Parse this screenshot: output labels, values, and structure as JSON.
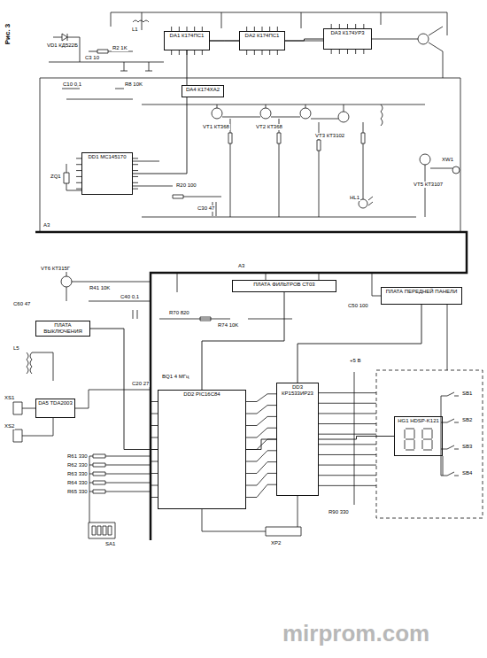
{
  "diagram": {
    "title": "Рис. 3",
    "nodes": [
      {
        "text": [
          "DA1 К174ПС1"
        ]
      },
      {
        "text": [
          "DA2 К174ПС1"
        ]
      },
      {
        "text": [
          "DA3 К174УР3"
        ]
      },
      {
        "text": [
          "DD1 MC145170"
        ]
      },
      {
        "text": [
          "DA4 К174ХА2"
        ]
      },
      {
        "text": [
          "ПЛАТА ФИЛЬТРОВ СТ03"
        ]
      },
      {
        "text": [
          "ПЛАТА ПЕРЕДНЕЙ ПАНЕЛИ"
        ]
      },
      {
        "text": [
          "ПЛАТА ВЫКЛЮЧЕНИЯ"
        ]
      },
      {
        "text": [
          "DD2 PIC16C84"
        ]
      },
      {
        "text": [
          "DD3 КР1533ИР23"
        ]
      },
      {
        "text": [
          "HG1 HDSP-K121"
        ]
      },
      {
        "text": [
          "DA5 TDA2003"
        ]
      }
    ],
    "edges": [
      {
        "from": 0,
        "to": 1,
        "arrow": "none"
      },
      {
        "from": 1,
        "to": 2,
        "arrow": "none"
      },
      {
        "from": 3,
        "to": 0,
        "arrow": "none"
      },
      {
        "from": 7,
        "to": 8,
        "arrow": "none"
      },
      {
        "from": 8,
        "to": 9,
        "arrow": "none"
      },
      {
        "from": 9,
        "to": 10,
        "arrow": "none"
      },
      {
        "from": 8,
        "to": 5,
        "arrow": "none"
      },
      {
        "from": 9,
        "to": 6,
        "arrow": "none"
      }
    ],
    "labels": [
      "VD1 КД522Б",
      "L1",
      "C3 10",
      "R2 1K",
      "C10 0,1",
      "R8 10K",
      "VT1 КТ368",
      "VT2 КТ368",
      "VT3 КТ3102",
      "ZQ1",
      "R20 100",
      "C30 47",
      "HL1",
      "VT5 КТ3107",
      "XW1",
      "A3",
      "A3",
      "VT6 КТ315Г",
      "R41 10K",
      "C40 0,1",
      "R70 820",
      "R74 10K",
      "C50 100",
      "L5",
      "XS1",
      "XS2",
      "BQ1 4 МГц",
      "C20 27",
      "R61 330",
      "R62 330",
      "R63 330",
      "R64 330",
      "R65 330",
      "SA1",
      "XP2",
      "SB1",
      "SB2",
      "SB3",
      "SB4",
      "+5 В",
      "R90 330",
      "C60 47",
      "mirprom.com"
    ]
  }
}
